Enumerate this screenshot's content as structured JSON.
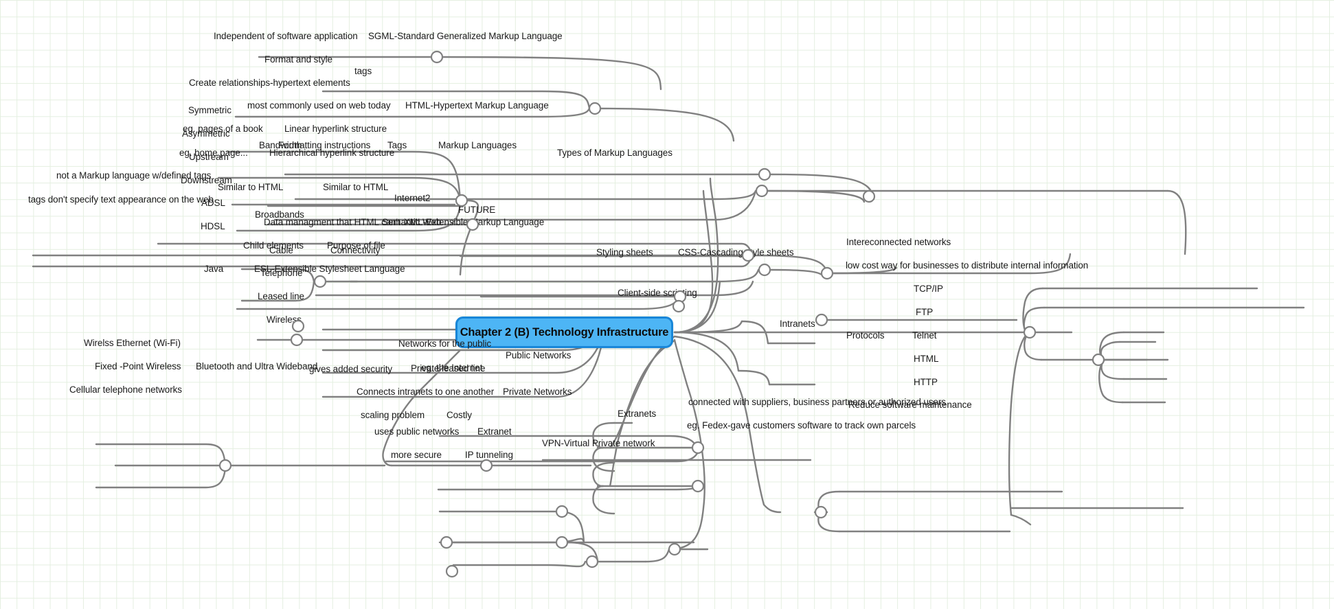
{
  "diagram": {
    "type": "mind-map",
    "title": "Chapter 2 (B) Technology Infrastructure",
    "background": "#ffffff",
    "grid_color": "#e4efe0",
    "edge_color": "#808080",
    "root": {
      "label": "Chapter 2 (B) Technology Infrastructure",
      "fill": "#4db5f5",
      "border": "#1886d8",
      "text_color": "#0d0d0d"
    }
  },
  "nodes": {
    "n1": "Independent of software application",
    "n2": "SGML-Standard Generalized Markup Language",
    "n3": "Format and style",
    "n4": "tags",
    "n5": "Create relationships-hypertext elements",
    "n6": "Symmetric",
    "n7": "most commonly used on web today",
    "n8": "HTML-Hypertext Markup Language",
    "n9": "eg. pages of a book",
    "n10": "Asymmetric",
    "n11": "Linear hyperlink structure",
    "n12": "eg. home page...",
    "n13": "Bandwidth",
    "n14": "Formatting instructions",
    "n15": "Tags",
    "n16": "Markup Languages",
    "n17": "Types of Markup Languages",
    "n18": "Upstream",
    "n19": "Hierarchical hyperlink structure",
    "n20": "not a Markup language w/defined tags",
    "n21": "Downstream",
    "n22": "Similar to HTML",
    "n23": "tags don't specify text appearance on the web",
    "n24": "Internet2",
    "n25": "FUTURE",
    "n26": "ADSL",
    "n27": "Broadbands",
    "n28": "Data managment that HTML can't",
    "n29": "Semantic Web",
    "n30": "XML-Extensible Markup Language",
    "n31": "HDSL",
    "n32": "Child elements",
    "n33": "Purpose of file",
    "n34": "Cable",
    "n35": "Connectivity",
    "n36": "Styling sheets",
    "n37": "CSS-Cascading style sheets",
    "n38": "Java",
    "n39": "ESL-Extensible Stylesheet Language",
    "n40": "Telephone",
    "n41": "Client-side scripting",
    "n42": "Leased line",
    "n43": "Wireless",
    "n44": "Intranets",
    "n45": "Intereconnected networks",
    "n46": "low cost way for businesses to distribute internal information",
    "n47": "Protocols",
    "n48": "TCP/IP",
    "n49": "FTP",
    "n50": "Telnet",
    "n51": "HTML",
    "n52": "HTTP",
    "n53": "Wirelss Ethernet (Wi-Fi)",
    "n54": "Fixed -Point Wireless",
    "n55": "Bluetooth and Ultra Wideband",
    "n56": "Cellular telephone networks",
    "n57": "Networks for the public",
    "n58": "Public Networks",
    "n59": "gives added security",
    "n60": "Private leased line",
    "n61": "eg. the Internet",
    "n62": "Connects intranets to one another",
    "n63": "Private Networks",
    "n64": "Extranets",
    "n65": "connected with suppliers, business partners or authorized users",
    "n66": "Reduce software maintenance",
    "n67": "scaling problem",
    "n68": "Costly",
    "n69": "eg. Fedex-gave customers software to track own parcels",
    "n70": "uses public networks",
    "n71": "Extranet",
    "n72": "VPN-Virtual Private network",
    "n73": "more secure",
    "n74": "IP tunneling"
  }
}
